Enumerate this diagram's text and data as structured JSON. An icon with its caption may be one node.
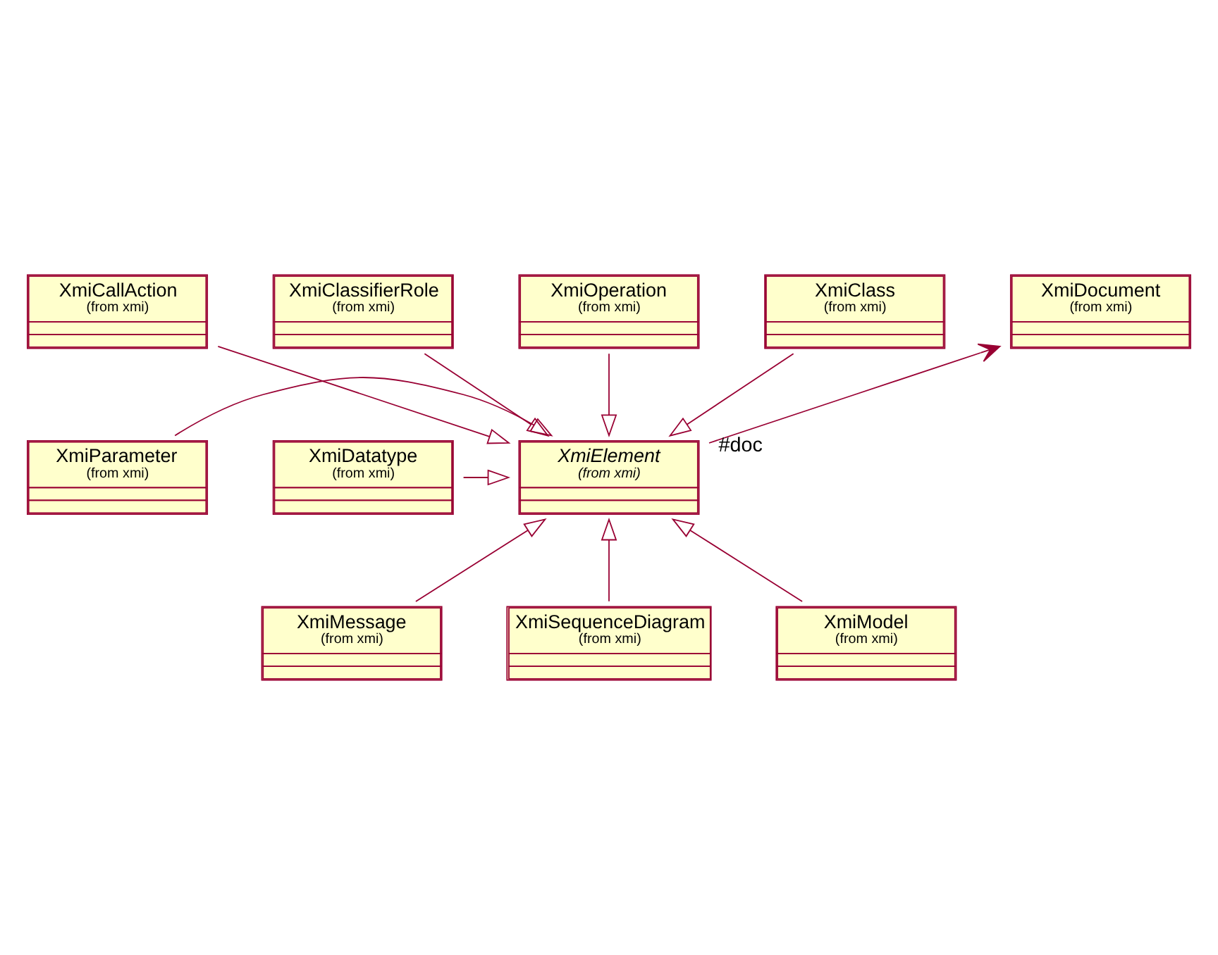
{
  "diagram": {
    "nodes": [
      {
        "text": [
          "XmiCallAction",
          "(from xmi)"
        ]
      },
      {
        "text": [
          "XmiClassifierRole",
          "(from xmi)"
        ]
      },
      {
        "text": [
          "XmiOperation",
          "(from xmi)"
        ]
      },
      {
        "text": [
          "XmiClass",
          "(from xmi)"
        ]
      },
      {
        "text": [
          "XmiDocument",
          "(from xmi)"
        ]
      },
      {
        "text": [
          "XmiElement",
          "(from xmi)"
        ]
      },
      {
        "text": [
          "XmiParameter",
          "(from xmi)"
        ]
      },
      {
        "text": [
          "XmiDatatype",
          "(from xmi)"
        ]
      },
      {
        "text": [
          "XmiMessage",
          "(from xmi)"
        ]
      },
      {
        "text": [
          "XmiSequenceDiagram",
          "(from xmi)"
        ]
      },
      {
        "text": [
          "XmiModel",
          "(from xmi)"
        ]
      }
    ],
    "edges": [
      {
        "from": 0,
        "to": 5,
        "arrow": "to"
      },
      {
        "from": 1,
        "to": 5,
        "arrow": "to"
      },
      {
        "from": 2,
        "to": 5,
        "arrow": "to"
      },
      {
        "from": 3,
        "to": 5,
        "arrow": "to"
      },
      {
        "from": 5,
        "to": 4,
        "arrow": "to",
        "label": "#doc"
      },
      {
        "from": 6,
        "to": 5,
        "arrow": "to"
      },
      {
        "from": 7,
        "to": 5,
        "arrow": "to"
      },
      {
        "from": 8,
        "to": 5,
        "arrow": "to"
      },
      {
        "from": 9,
        "to": 5,
        "arrow": "to"
      },
      {
        "from": 10,
        "to": 5,
        "arrow": "to"
      }
    ]
  }
}
